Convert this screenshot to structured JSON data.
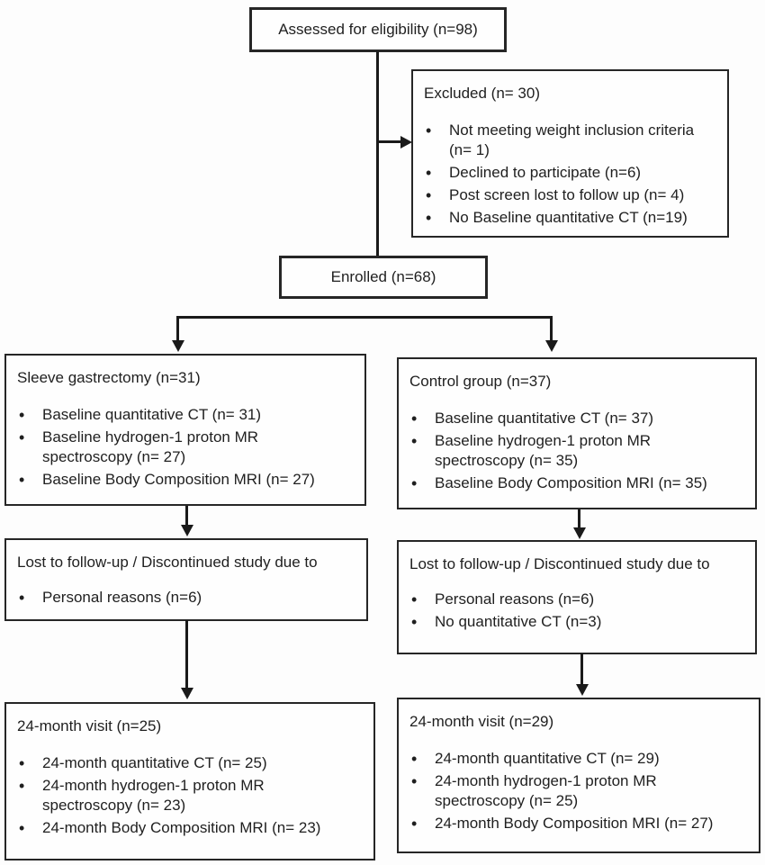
{
  "flowchart": {
    "assessed": {
      "label": "Assessed for eligibility (n=98)"
    },
    "excluded": {
      "title": "Excluded (n= 30)",
      "items": [
        "Not meeting weight inclusion criteria\n(n= 1)",
        "Declined to participate (n=6)",
        "Post screen lost to follow up (n= 4)",
        "No Baseline quantitative CT (n=19)"
      ]
    },
    "enrolled": {
      "label": "Enrolled (n=68)"
    },
    "sleeve": {
      "title": "Sleeve gastrectomy (n=31)",
      "items": [
        "Baseline quantitative CT (n= 31)",
        "Baseline hydrogen-1 proton MR\nspectroscopy (n= 27)",
        "Baseline Body Composition MRI (n= 27)"
      ]
    },
    "control": {
      "title": "Control group (n=37)",
      "items": [
        "Baseline quantitative CT (n= 37)",
        "Baseline hydrogen-1 proton MR\nspectroscopy (n= 35)",
        "Baseline Body Composition MRI (n= 35)"
      ]
    },
    "lost_left": {
      "title": "Lost to follow-up / Discontinued study due to",
      "items": [
        "Personal reasons (n=6)"
      ]
    },
    "lost_right": {
      "title": "Lost to follow-up / Discontinued study due to",
      "items": [
        "Personal reasons (n=6)",
        "No quantitative CT (n=3)"
      ]
    },
    "visit_left": {
      "title": "24-month visit (n=25)",
      "items": [
        "24-month quantitative CT (n= 25)",
        "24-month hydrogen-1 proton MR\nspectroscopy (n= 23)",
        "24-month Body Composition MRI (n= 23)"
      ]
    },
    "visit_right": {
      "title": "24-month visit (n=29)",
      "items": [
        "24-month quantitative CT (n= 29)",
        "24-month hydrogen-1 proton MR\nspectroscopy (n= 25)",
        "24-month Body Composition MRI (n= 27)"
      ]
    },
    "colors": {
      "line": "#1a1a1a",
      "border": "#262626",
      "text": "#1f1f1f",
      "background": "#fdfdfd"
    }
  }
}
